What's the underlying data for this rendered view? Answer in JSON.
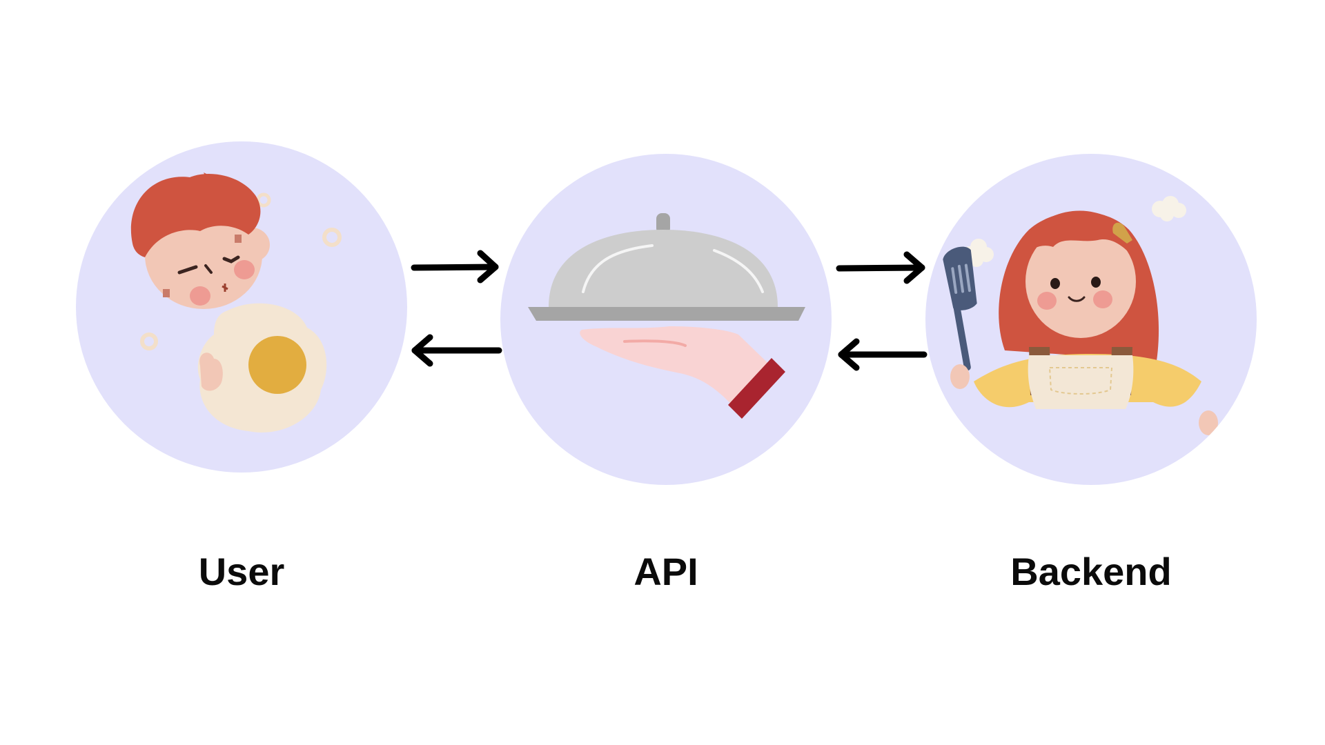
{
  "nodes": [
    {
      "id": "user",
      "label": "User",
      "icon": "user-eating-egg-illustration"
    },
    {
      "id": "api",
      "label": "API",
      "icon": "serving-tray-cloche-illustration"
    },
    {
      "id": "backend",
      "label": "Backend",
      "icon": "cook-with-spatula-illustration"
    }
  ],
  "edges": [
    {
      "from": "user",
      "to": "api",
      "direction": "right"
    },
    {
      "from": "api",
      "to": "user",
      "direction": "left"
    },
    {
      "from": "api",
      "to": "backend",
      "direction": "right"
    },
    {
      "from": "backend",
      "to": "api",
      "direction": "left"
    }
  ],
  "colors": {
    "circle_fill": "#e2e1fb",
    "arrow": "#000000",
    "label_text": "#0b0b0b",
    "hair": "#cf5440",
    "skin": "#f2c7b6",
    "cheek": "#ee9b93",
    "egg_white": "#f4e6d3",
    "egg_yolk": "#e2ad40",
    "cloche": "#cdcdcd",
    "tray": "#a5a5a5",
    "hand": "#f9d3d3",
    "sleeve_cuff": "#a9242f",
    "sweater": "#f5cc6b",
    "apron": "#f3e7d6",
    "spatula": "#4a5a7a"
  }
}
